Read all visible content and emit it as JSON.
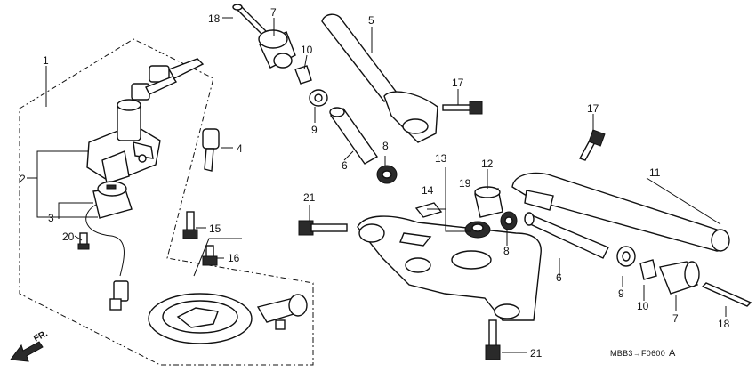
{
  "callouts": {
    "c1": "1",
    "c2": "2",
    "c3": "3",
    "c4": "4",
    "c5": "5",
    "c6a": "6",
    "c6b": "6",
    "c7a": "7",
    "c7b": "7",
    "c8a": "8",
    "c8b": "8",
    "c9a": "9",
    "c9b": "9",
    "c10a": "10",
    "c10b": "10",
    "c11": "11",
    "c12": "12",
    "c13": "13",
    "c14": "14",
    "c15": "15",
    "c16": "16",
    "c17a": "17",
    "c17b": "17",
    "c18a": "18",
    "c18b": "18",
    "c19": "19",
    "c20": "20",
    "c21a": "21",
    "c21b": "21"
  },
  "diagram_code": "MBB3→F0600",
  "diagram_code_suffix": "A",
  "direction_label": "FR."
}
